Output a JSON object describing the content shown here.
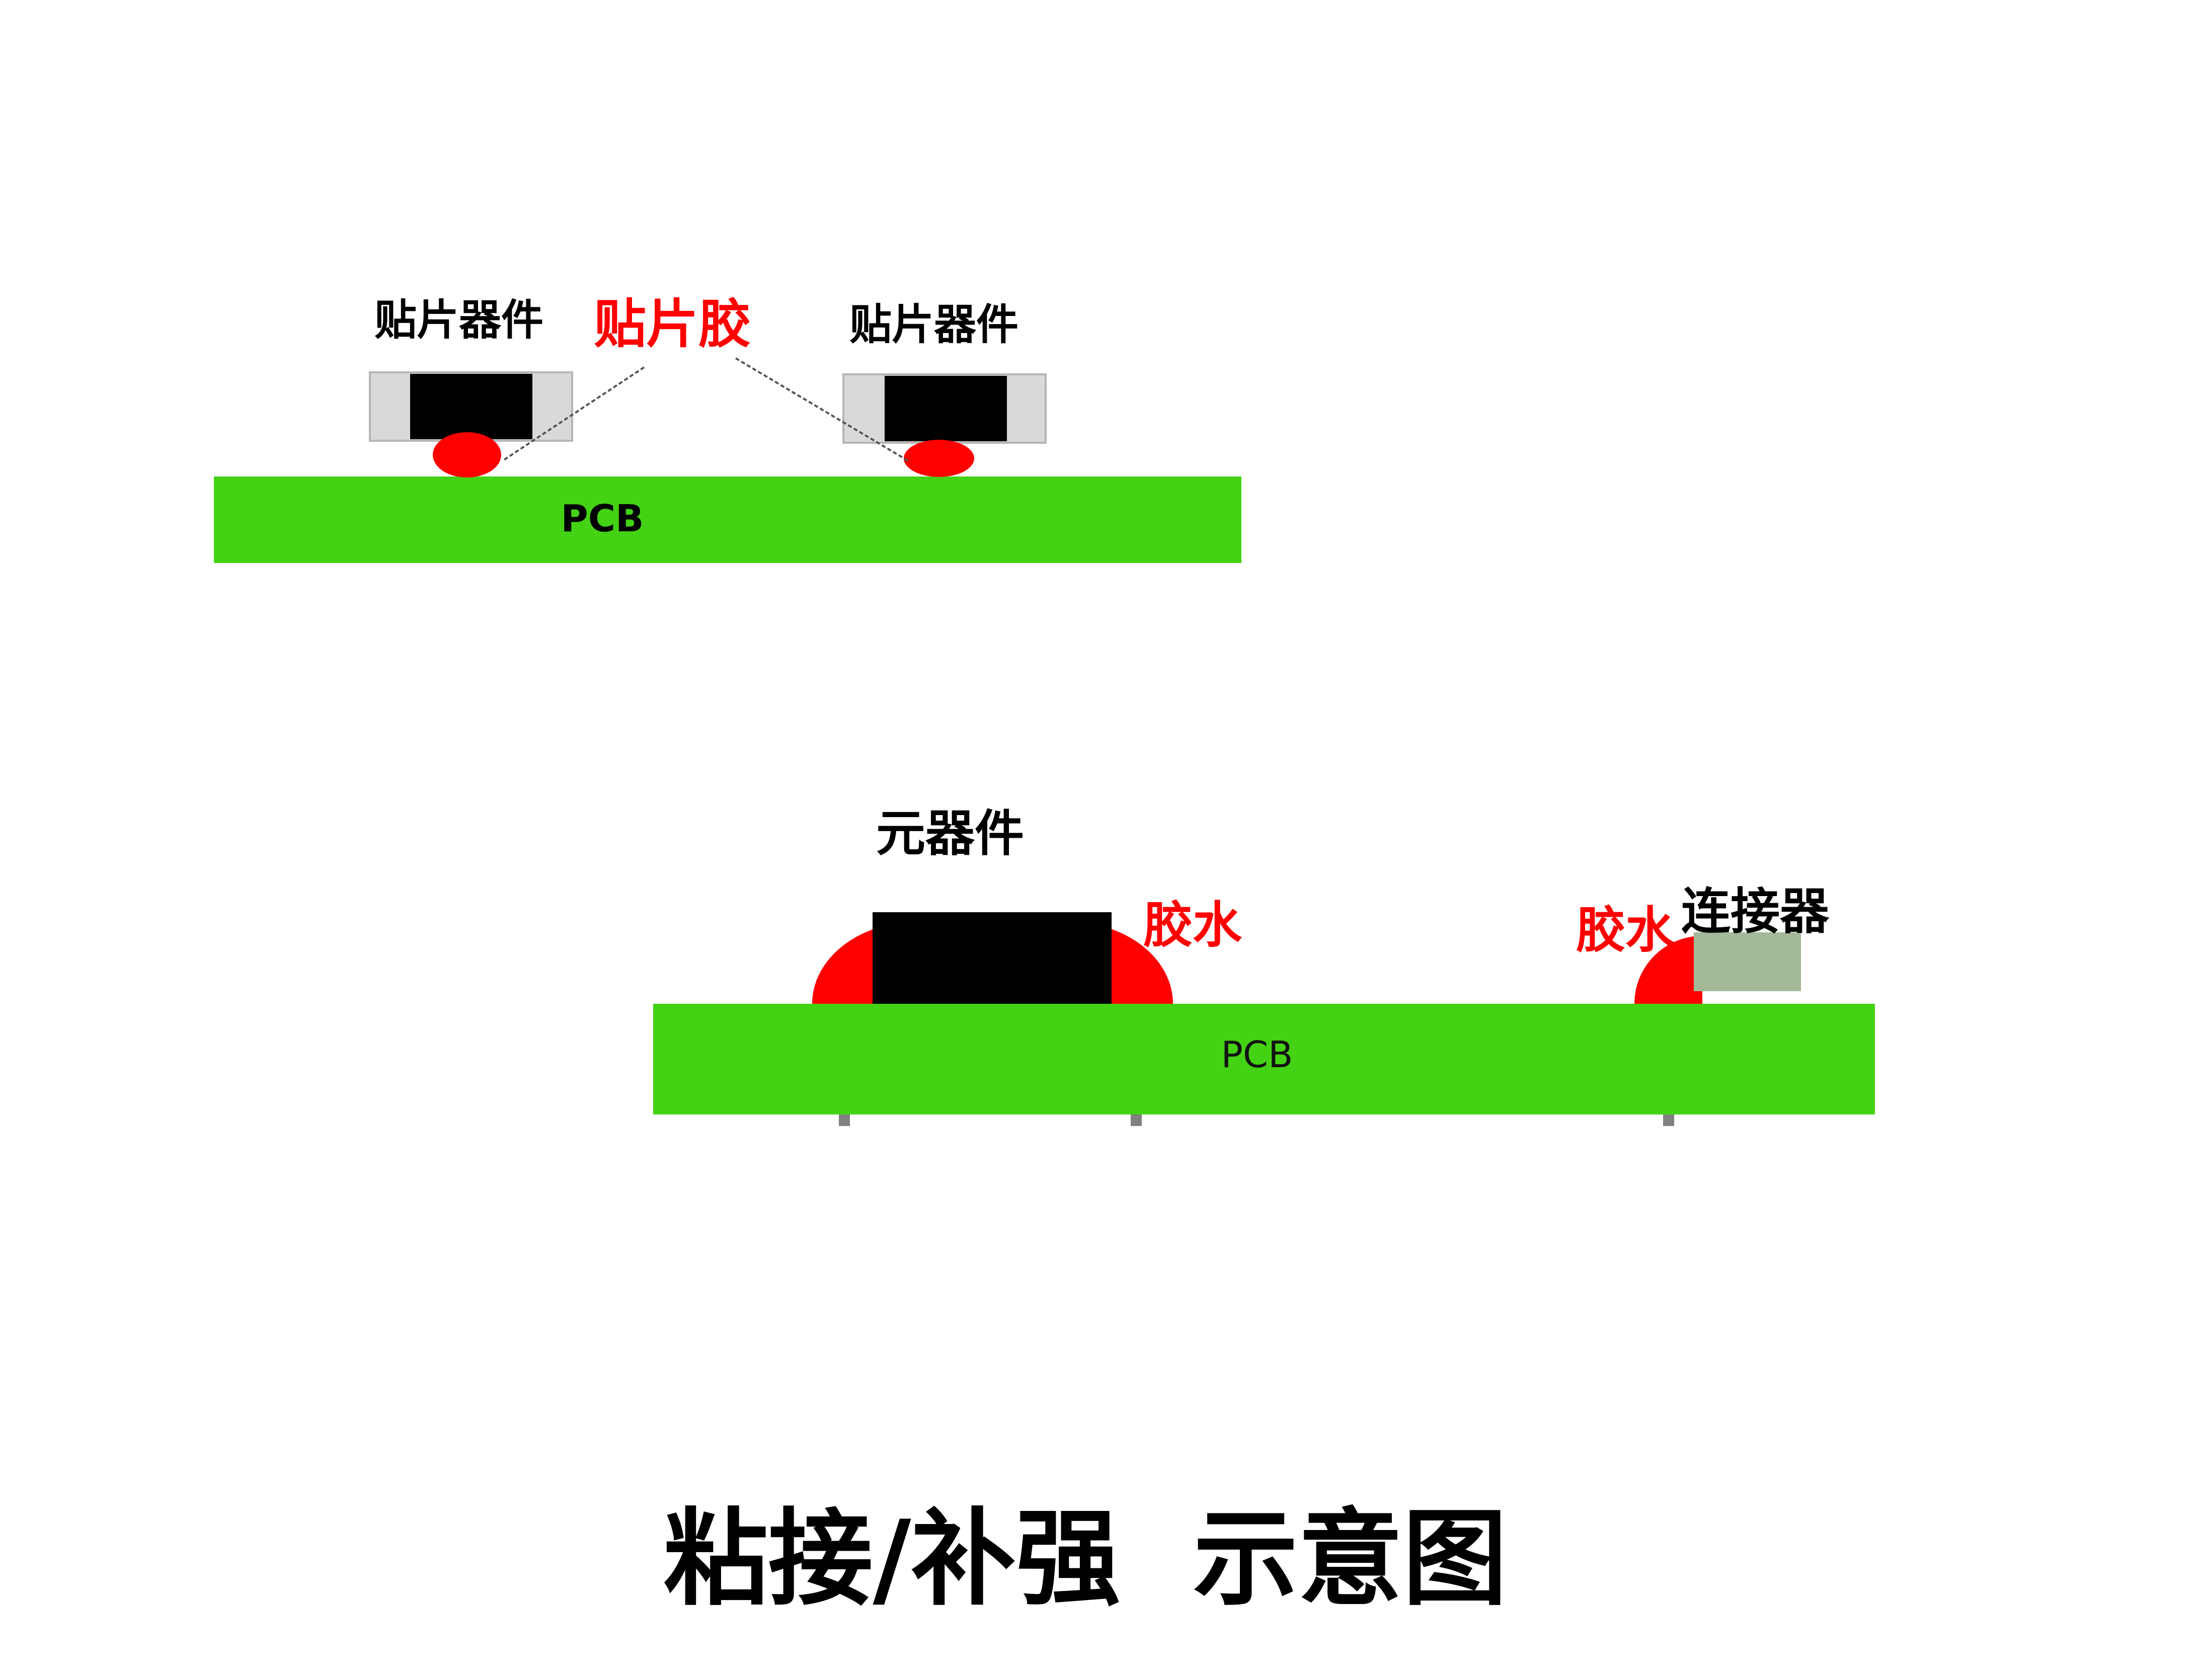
{
  "top_diagram": {
    "left_component_label": "贴片器件",
    "glue_label": "贴片胶",
    "right_component_label": "贴片器件",
    "pcb_label": "PCB"
  },
  "bottom_diagram": {
    "component_label": "元器件",
    "glue_left_label": "胶水",
    "glue_right_label": "胶水",
    "connector_label": "连接器",
    "pcb_label": "PCB"
  },
  "caption": "粘接/补强  示意图",
  "colors": {
    "pcb_green": "#44d214",
    "glue_red": "#ff0000",
    "component_black": "#000000",
    "terminal_gray": "#d9d9d9",
    "connector_gray_green": "#a3b997",
    "leader_line": "#555555"
  }
}
